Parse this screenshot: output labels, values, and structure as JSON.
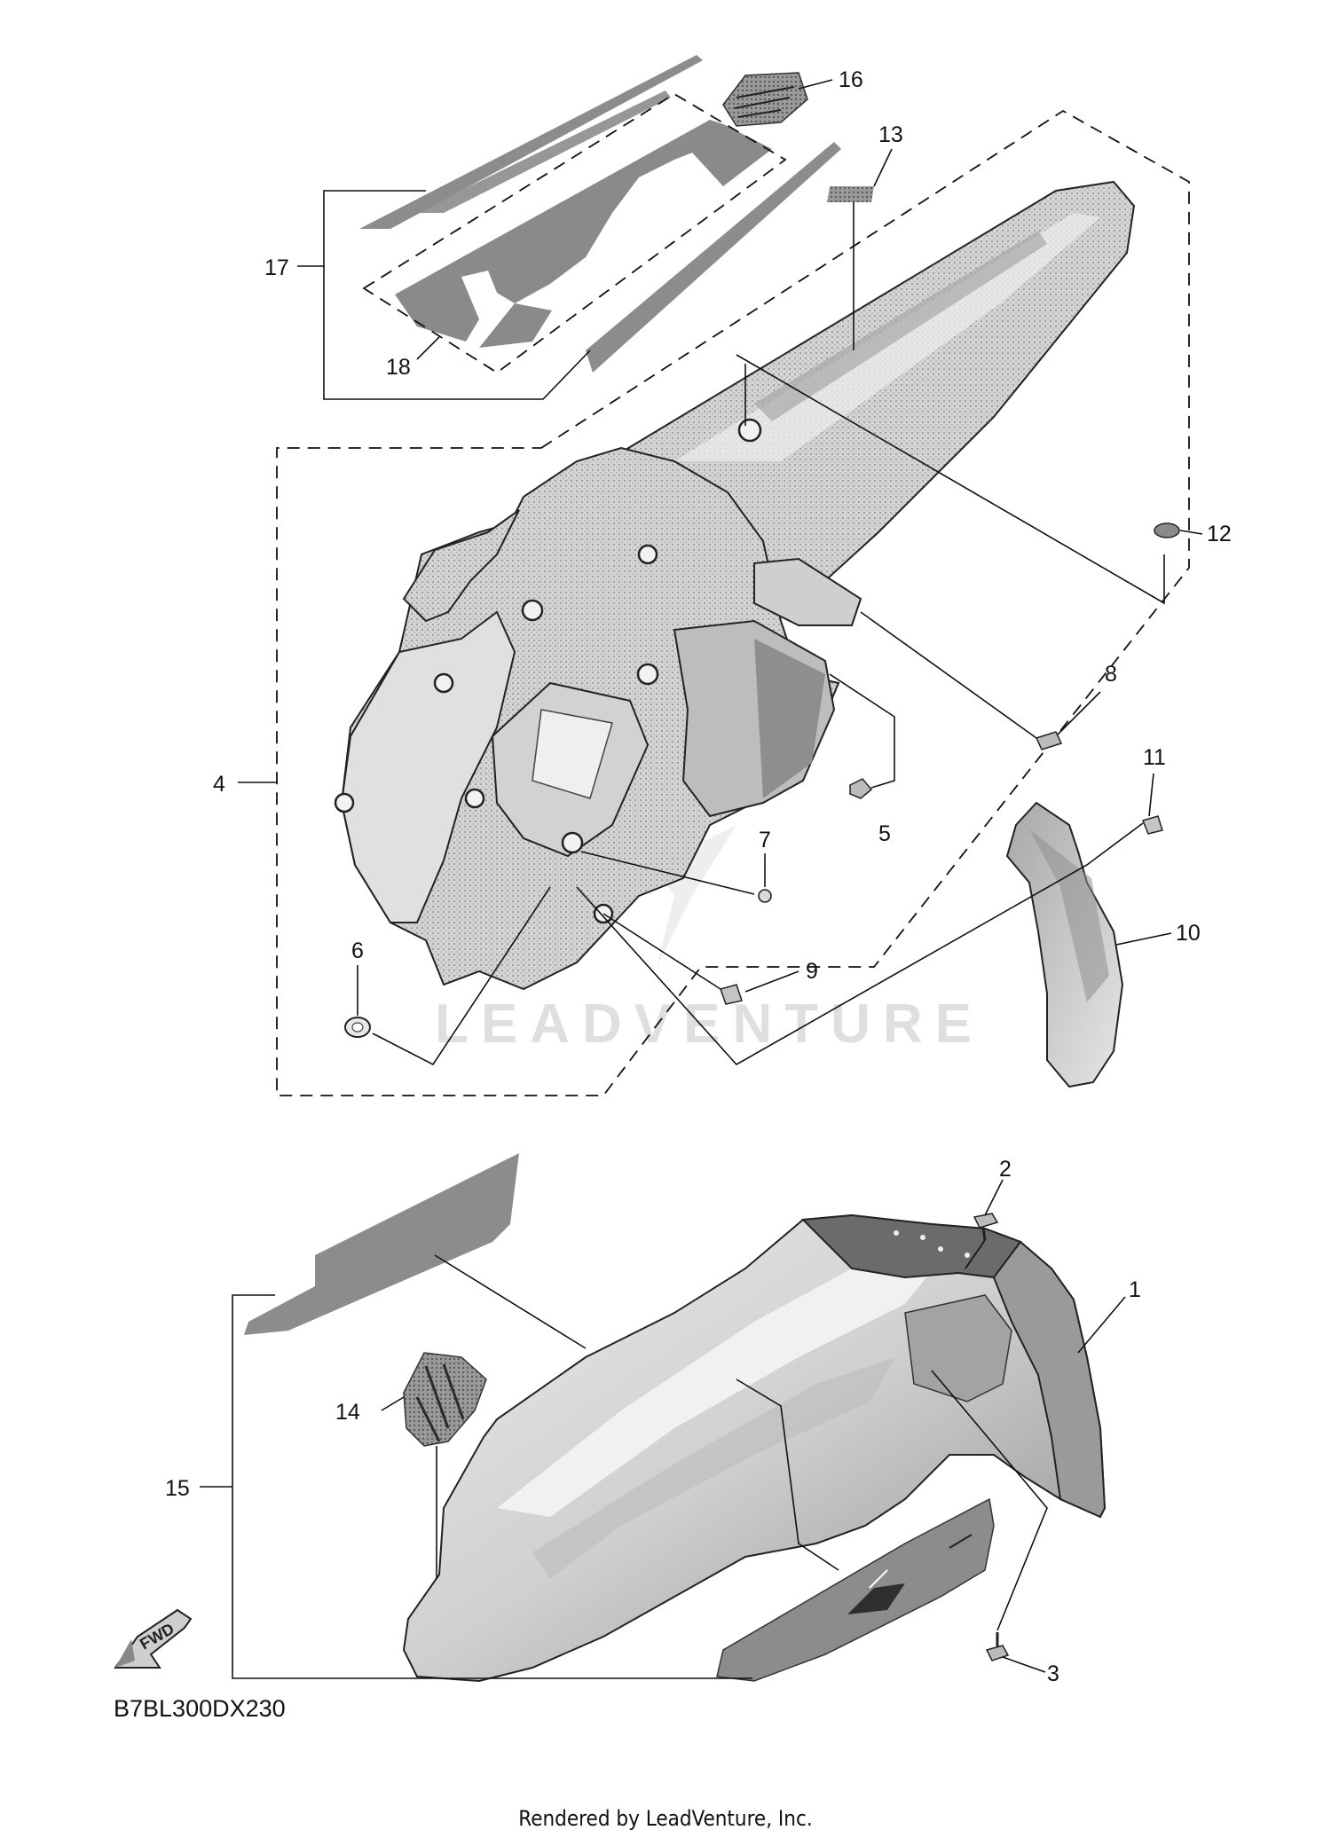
{
  "diagram": {
    "callouts": [
      "1",
      "2",
      "3",
      "4",
      "5",
      "6",
      "7",
      "8",
      "9",
      "10",
      "11",
      "12",
      "13",
      "14",
      "15",
      "16",
      "17",
      "18"
    ],
    "diagram_code": "B7BL300DX230",
    "forward_label": "FWD",
    "watermark": "LEADVENTURE",
    "footer": "Rendered by LeadVenture, Inc."
  },
  "colors": {
    "line": "#111111",
    "part_light": "#d8d8d8",
    "part_mid": "#b4b4b4",
    "part_dark": "#7a7a7a",
    "decal": "#8c8c8c"
  }
}
